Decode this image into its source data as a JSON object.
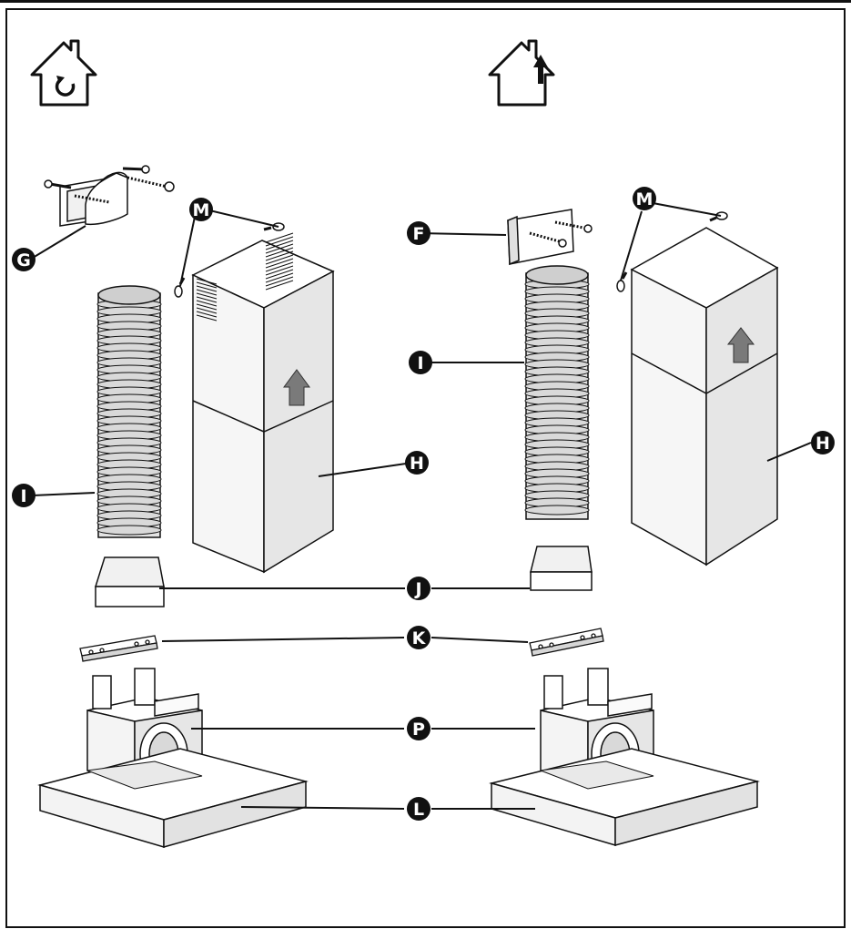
{
  "colors": {
    "ink": "#111111",
    "duct_gray": "#cfcfcf",
    "panel_light": "#f4f4f4",
    "panel_mid": "#e3e3e3",
    "panel_dark": "#d2d2d2",
    "arrow_gray": "#7a7a7a",
    "label_fill": "#111111",
    "label_text": "#ffffff"
  },
  "icons": {
    "left": "house-recirculation-icon",
    "right": "house-extraction-icon"
  },
  "labels": {
    "G": "G",
    "F": "F",
    "M_left": "M",
    "M_right": "M",
    "I_left": "I",
    "I_right": "I",
    "H_left": "H",
    "H_right": "H",
    "J": "J",
    "K": "K",
    "P": "P",
    "L": "L"
  }
}
